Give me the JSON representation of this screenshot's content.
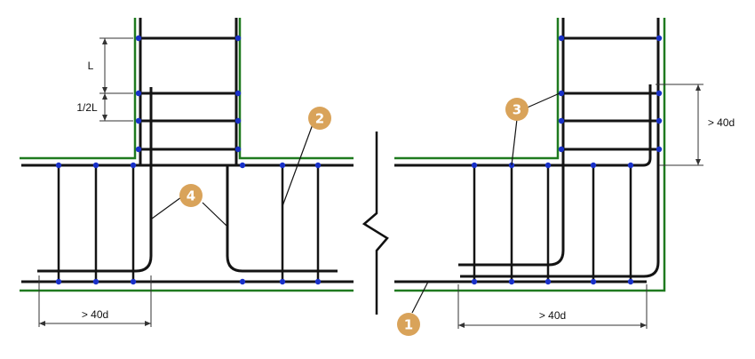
{
  "colors": {
    "concrete_outline": "#1f7a1f",
    "rebar": "#141414",
    "bar_dot": "#1830c8",
    "badge": "#d9a35a",
    "badge_text": "#ffffff",
    "dimension": "#333333",
    "break_line": "#111111"
  },
  "labels": {
    "spacing_l": "L",
    "spacing_half_l": "1/2L",
    "left_anchorage": "> 40d",
    "right_anchorage": "> 40d",
    "right_lap": "> 40d"
  },
  "badges": [
    "1",
    "2",
    "3",
    "4"
  ]
}
